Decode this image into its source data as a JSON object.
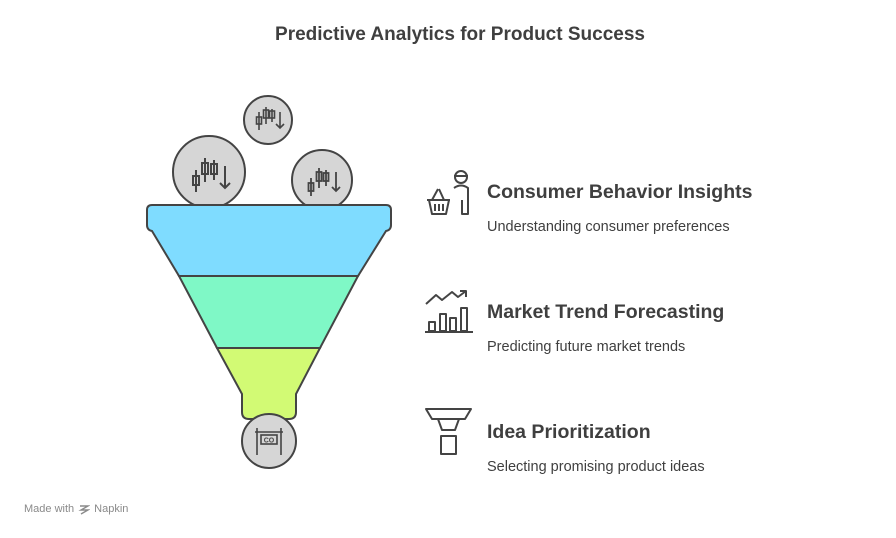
{
  "title": "Predictive Analytics for Product Success",
  "funnel": {
    "input_icons": [
      "candlestick-chart-icon",
      "candlestick-chart-icon",
      "candlestick-chart-icon"
    ],
    "output_icon": "co-sign-icon",
    "output_label": "CO",
    "layers": [
      {
        "name": "top-layer",
        "color": "#7fdcff"
      },
      {
        "name": "middle-layer",
        "color": "#7ff8c6"
      },
      {
        "name": "bottom-layer",
        "color": "#d2fa74"
      }
    ]
  },
  "items": [
    {
      "icon": "shopper-basket-icon",
      "title": "Consumer Behavior Insights",
      "description": "Understanding consumer preferences"
    },
    {
      "icon": "trend-chart-icon",
      "title": "Market Trend Forecasting",
      "description": "Predicting future market trends"
    },
    {
      "icon": "funnel-filter-icon",
      "title": "Idea Prioritization",
      "description": "Selecting promising product ideas"
    }
  ],
  "footer": {
    "prefix": "Made with",
    "brand": "Napkin"
  }
}
